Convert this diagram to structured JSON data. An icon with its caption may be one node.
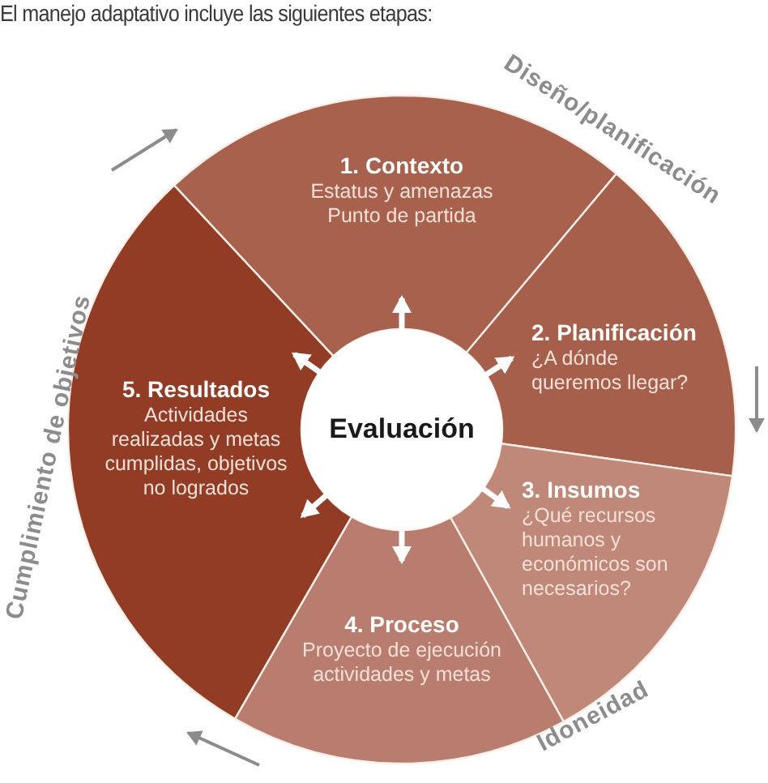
{
  "diagram": {
    "title": "El manejo adaptativo incluye las siguientes etapas:",
    "nodes": [
      {
        "text": [
          "Evaluación"
        ]
      },
      {
        "text": [
          "1. Contexto",
          "Estatus y amenazas Punto de partida"
        ]
      },
      {
        "text": [
          "2. Planificación",
          "¿A dónde queremos llegar?"
        ]
      },
      {
        "text": [
          "3. Insumos",
          "¿Qué recursos humanos y económicos son necesarios?"
        ]
      },
      {
        "text": [
          "4. Proceso",
          "Proyecto de ejecución actividades y metas"
        ]
      },
      {
        "text": [
          "5. Resultados",
          "Actividades realizadas y metas cumplidas, objetivos no logrados"
        ]
      }
    ],
    "edges": [
      {
        "from": 0,
        "to": 1,
        "arrow": "to"
      },
      {
        "from": 0,
        "to": 2,
        "arrow": "to"
      },
      {
        "from": 0,
        "to": 3,
        "arrow": "to"
      },
      {
        "from": 0,
        "to": 4,
        "arrow": "to"
      },
      {
        "from": 0,
        "to": 5,
        "arrow": "to"
      },
      {
        "from": 0,
        "to": 5,
        "arrow": "to"
      }
    ],
    "labels": [
      "Diseño/planificación",
      "Cumplimiento de objetivos",
      "Idoneidad"
    ]
  }
}
